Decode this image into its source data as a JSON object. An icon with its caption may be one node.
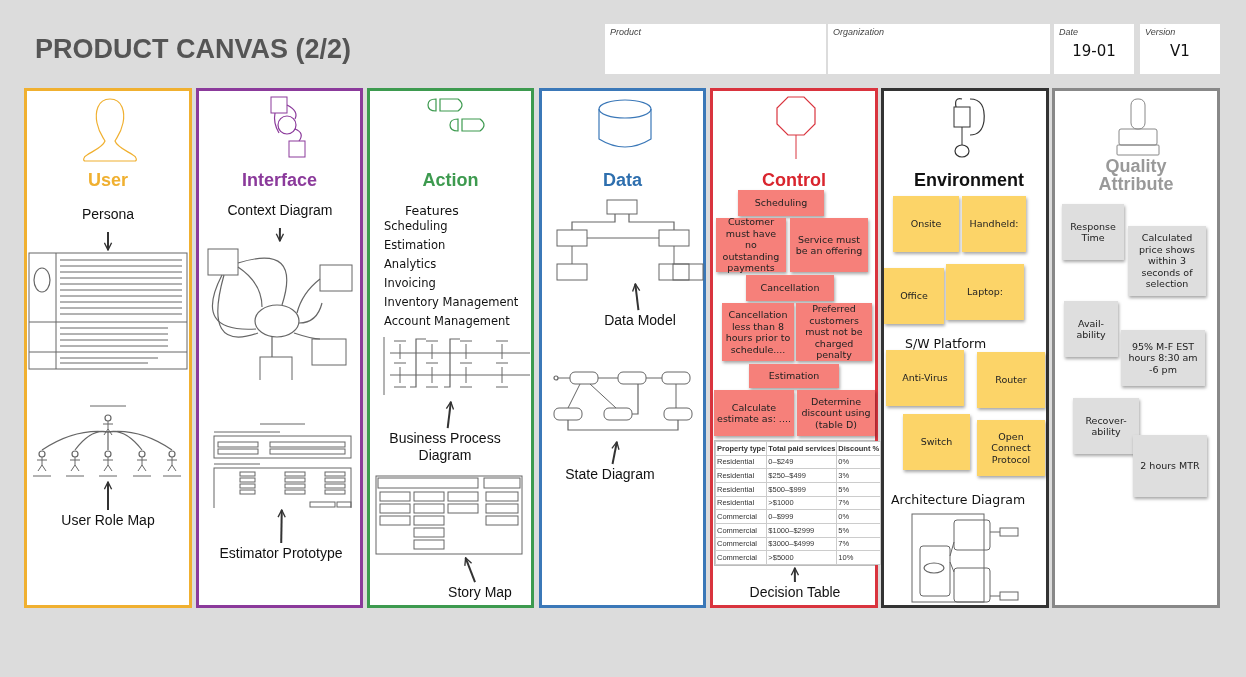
{
  "diagram": {
    "title": "PRODUCT CANVAS (2/2)",
    "nodes": [
      {
        "text": [
          "Product"
        ]
      },
      {
        "text": [
          "Organization"
        ]
      },
      {
        "text": [
          "Date",
          "19-01"
        ]
      },
      {
        "text": [
          "Version",
          "V1"
        ]
      },
      {
        "text": [
          "User"
        ]
      },
      {
        "text": [
          "Persona"
        ],
        "in": 4
      },
      {
        "text": [],
        "shape": "picture",
        "in": 4
      },
      {
        "text": [],
        "shape": "picture",
        "in": 4
      },
      {
        "text": [
          "User Role Map"
        ],
        "in": 4
      },
      {
        "text": [
          "Interface"
        ]
      },
      {
        "text": [
          "Context Diagram"
        ],
        "in": 9
      },
      {
        "text": [],
        "shape": "picture",
        "in": 9
      },
      {
        "text": [],
        "shape": "picture",
        "in": 9
      },
      {
        "text": [
          "Estimator Prototype"
        ],
        "in": 9
      },
      {
        "text": [
          "Action"
        ]
      },
      {
        "text": [],
        "shape": "picture",
        "in": 14
      },
      {
        "text": [
          "Business Process Diagram"
        ],
        "in": 14
      },
      {
        "text": [],
        "shape": "picture",
        "in": 14
      },
      {
        "text": [
          "Story Map"
        ],
        "in": 14
      },
      {
        "text": [
          "Data"
        ]
      },
      {
        "text": [],
        "shape": "picture",
        "in": 19
      },
      {
        "text": [
          "Data Model"
        ],
        "in": 19
      },
      {
        "text": [],
        "shape": "picture",
        "in": 19
      },
      {
        "text": [
          "State Diagram"
        ],
        "in": 19
      },
      {
        "text": [
          "Control"
        ]
      },
      {
        "text": [
          "Scheduling"
        ],
        "in": 24
      },
      {
        "text": [
          "Customer must have no outstanding payments"
        ],
        "in": 24
      },
      {
        "text": [
          "Service must be an offering"
        ],
        "in": 24
      },
      {
        "text": [
          "Cancellation"
        ],
        "in": 24
      },
      {
        "text": [
          "Cancellation less than 8 hours prior to schedule...."
        ],
        "in": 24
      },
      {
        "text": [
          "Preferred customers must not be charged penalty"
        ],
        "in": 24
      },
      {
        "text": [
          "Estimation"
        ],
        "in": 24
      },
      {
        "text": [
          "Calculate estimate as: ...."
        ],
        "in": 24
      },
      {
        "text": [
          "Determine discount using (table D)"
        ],
        "in": 24
      },
      {
        "text": [],
        "shape": "box",
        "in": 24
      },
      {
        "text": [
          "Decision Table"
        ],
        "in": 24
      },
      {
        "text": [
          "Environment"
        ]
      },
      {
        "text": [
          "Onsite"
        ],
        "in": 36
      },
      {
        "text": [
          "Handheld:"
        ],
        "in": 36
      },
      {
        "text": [
          "Office"
        ],
        "in": 36
      },
      {
        "text": [
          "Laptop:"
        ],
        "in": 36
      },
      {
        "text": [
          "Anti-Virus"
        ],
        "in": 36
      },
      {
        "text": [
          "Router"
        ],
        "in": 36
      },
      {
        "text": [
          "Switch"
        ],
        "in": 36
      },
      {
        "text": [
          "Open Connect Protocol"
        ],
        "in": 36
      },
      {
        "text": [
          "Quality Attribute"
        ]
      },
      {
        "text": [
          "Response Time"
        ],
        "in": 45
      },
      {
        "text": [
          "Calculated price shows within 3 seconds of selection"
        ],
        "in": 45
      },
      {
        "text": [
          "Avail- ability"
        ],
        "in": 45
      },
      {
        "text": [
          "95% M-F EST hours 8:30 am -6 pm"
        ],
        "in": 45
      },
      {
        "text": [
          "Recover- ability"
        ],
        "in": 45
      },
      {
        "text": [
          "2 hours MTR"
        ],
        "in": 45
      }
    ],
    "edges": [
      {
        "from": 5,
        "to": 6,
        "arrow": "to"
      },
      {
        "from": 8,
        "to": 7,
        "arrow": "to"
      },
      {
        "from": 10,
        "to": 11,
        "arrow": "to"
      },
      {
        "from": 13,
        "to": 12,
        "arrow": "to"
      },
      {
        "from": 16,
        "to": 15,
        "arrow": "to"
      },
      {
        "from": 18,
        "to": 17,
        "arrow": "to"
      },
      {
        "from": 21,
        "to": 20,
        "arrow": "to"
      },
      {
        "from": 23,
        "to": 22,
        "arrow": "to"
      },
      {
        "from": 35,
        "to": 34,
        "arrow": "to"
      }
    ],
    "labels": [
      "Features",
      "Scheduling",
      "Estimation",
      "Analytics",
      "Invoicing",
      "Inventory Management",
      "Account Management",
      "Property type",
      "Total paid services",
      "Discount %",
      "Residential",
      "0–$249",
      "0%",
      "Residential",
      "$250–$499",
      "3%",
      "Residential",
      "$500–$999",
      "5%",
      "Residential",
      ">$1000",
      "7%",
      "Commercial",
      "0–$999",
      "0%",
      "Commercial",
      "$1000–$2999",
      "5%",
      "Commercial",
      "$3000–$4999",
      "7%",
      "Commercial",
      ">$5000",
      "10%",
      "S/W Platform",
      "Architecture Diagram"
    ]
  }
}
